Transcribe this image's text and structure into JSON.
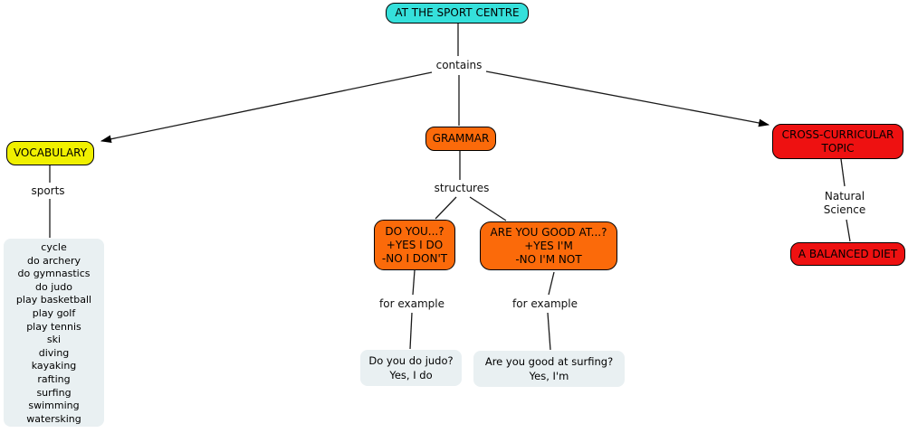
{
  "colors": {
    "root_fill": "#35E0DB",
    "vocabulary_fill": "#F0F000",
    "grammar_fill": "#FB6A0A",
    "topic_fill": "#EE1111",
    "example_fill": "#E9F0F2",
    "line_color": "#1a1a1a"
  },
  "nodes": {
    "root": "AT THE SPORT CENTRE",
    "vocabulary": "VOCABULARY",
    "grammar": "GRAMMAR",
    "cross_curricular": "CROSS-CURRICULAR TOPIC",
    "balanced_diet": "A BALANCED DIET",
    "do_you": [
      "DO YOU...?",
      "+YES I DO",
      "-NO I DON'T"
    ],
    "are_you_good_at": [
      "ARE YOU GOOD AT...?",
      "+YES I'M",
      "-NO I'M NOT"
    ],
    "example_judo": [
      "Do you do judo?",
      "Yes, I do"
    ],
    "example_surfing": [
      "Are you good at surfing?",
      "Yes, I'm"
    ],
    "sports_list": [
      "cycle",
      "do archery",
      "do gymnastics",
      "do judo",
      "play basketball",
      "play golf",
      "play tennis",
      "ski",
      "diving",
      "kayaking",
      "rafting",
      "surfing",
      "swimming",
      "watersking"
    ]
  },
  "links": {
    "contains": "contains",
    "sports": "sports",
    "structures": "structures",
    "for_example_left": "for example",
    "for_example_right": "for example",
    "natural_science": [
      "Natural",
      "Science"
    ]
  }
}
